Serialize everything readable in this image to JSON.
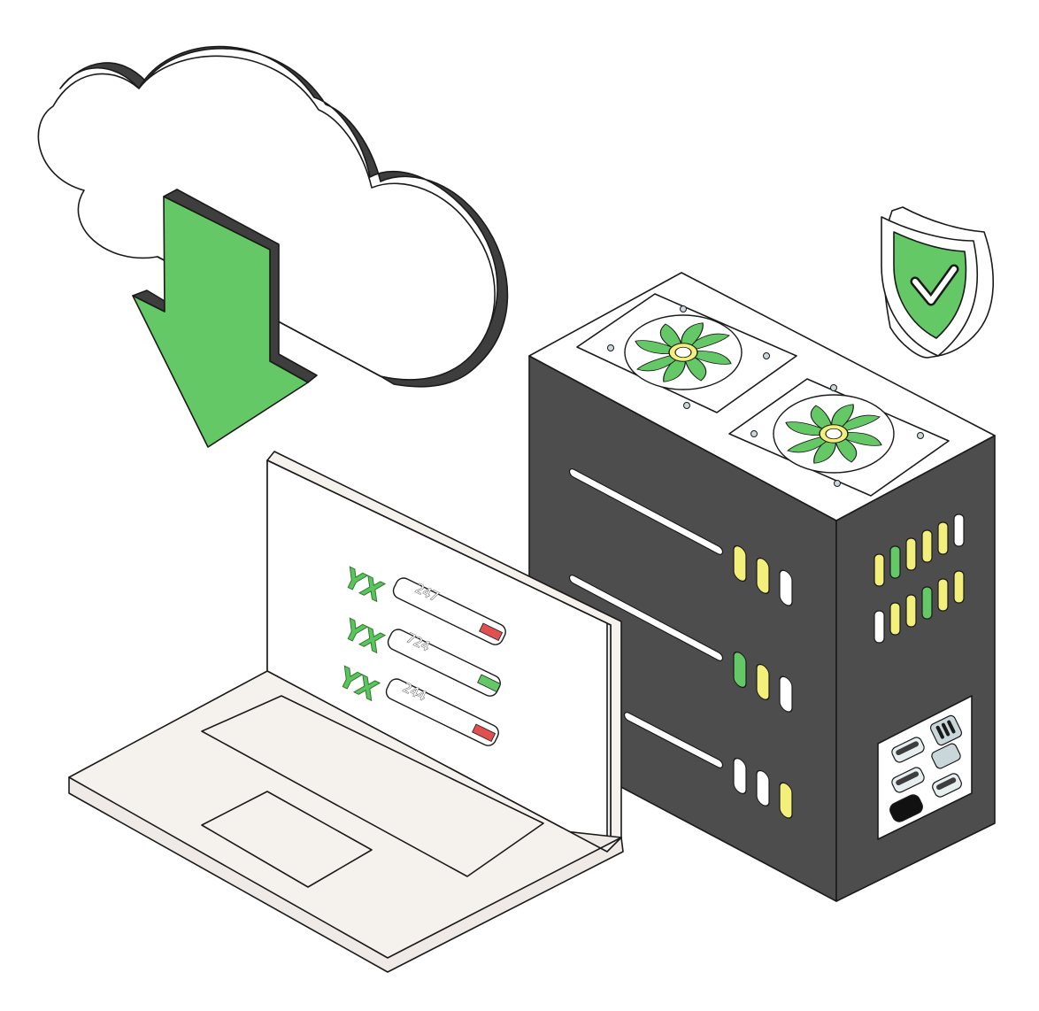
{
  "illustration": "cloud-download-server-laptop",
  "colors": {
    "accent_green": "#65c866",
    "server_body": "#4d4d4d",
    "laptop_body": "#f5f1ed",
    "led_yellow": "#f2ef7a",
    "status_red": "#e05050"
  },
  "laptop_screen": {
    "rows": [
      {
        "label": "YX",
        "value": "247",
        "status": "red"
      },
      {
        "label": "YX",
        "value": "724",
        "status": "green"
      },
      {
        "label": "YX",
        "value": "244",
        "status": "red"
      }
    ]
  },
  "icons": [
    "cloud-icon",
    "download-arrow-icon",
    "shield-check-icon",
    "cooling-fan-icon",
    "server-icon",
    "laptop-icon"
  ]
}
